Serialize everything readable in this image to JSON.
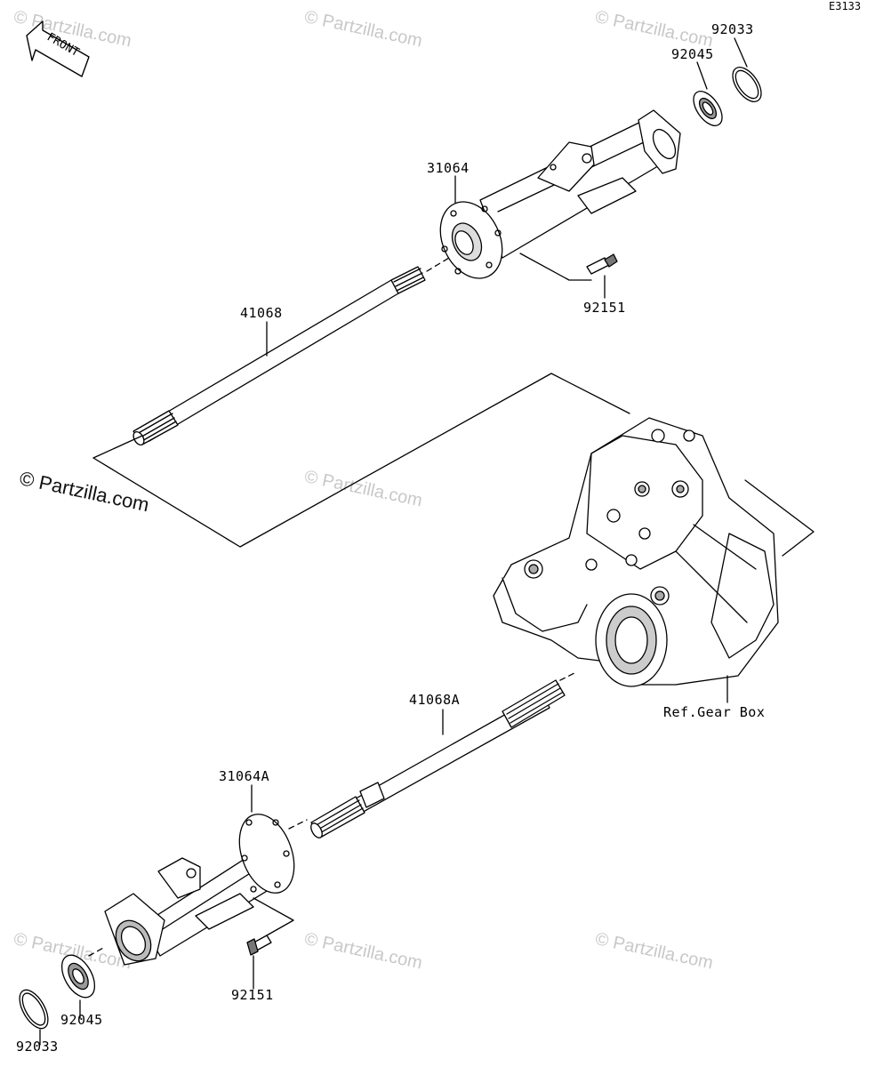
{
  "diagram_code": "E3133",
  "front_label": "FRONT",
  "copyright_main": "© Partzilla.com",
  "watermark": "© Partzilla.com",
  "labels": {
    "p92033_top": "92033",
    "p92045_top": "92045",
    "p31064": "31064",
    "p92151_top": "92151",
    "p41068": "41068",
    "p41068A": "41068A",
    "ref_gearbox": "Ref.Gear Box",
    "p31064A": "31064A",
    "p92151_bottom": "92151",
    "p92045_bottom": "92045",
    "p92033_bottom": "92033"
  }
}
